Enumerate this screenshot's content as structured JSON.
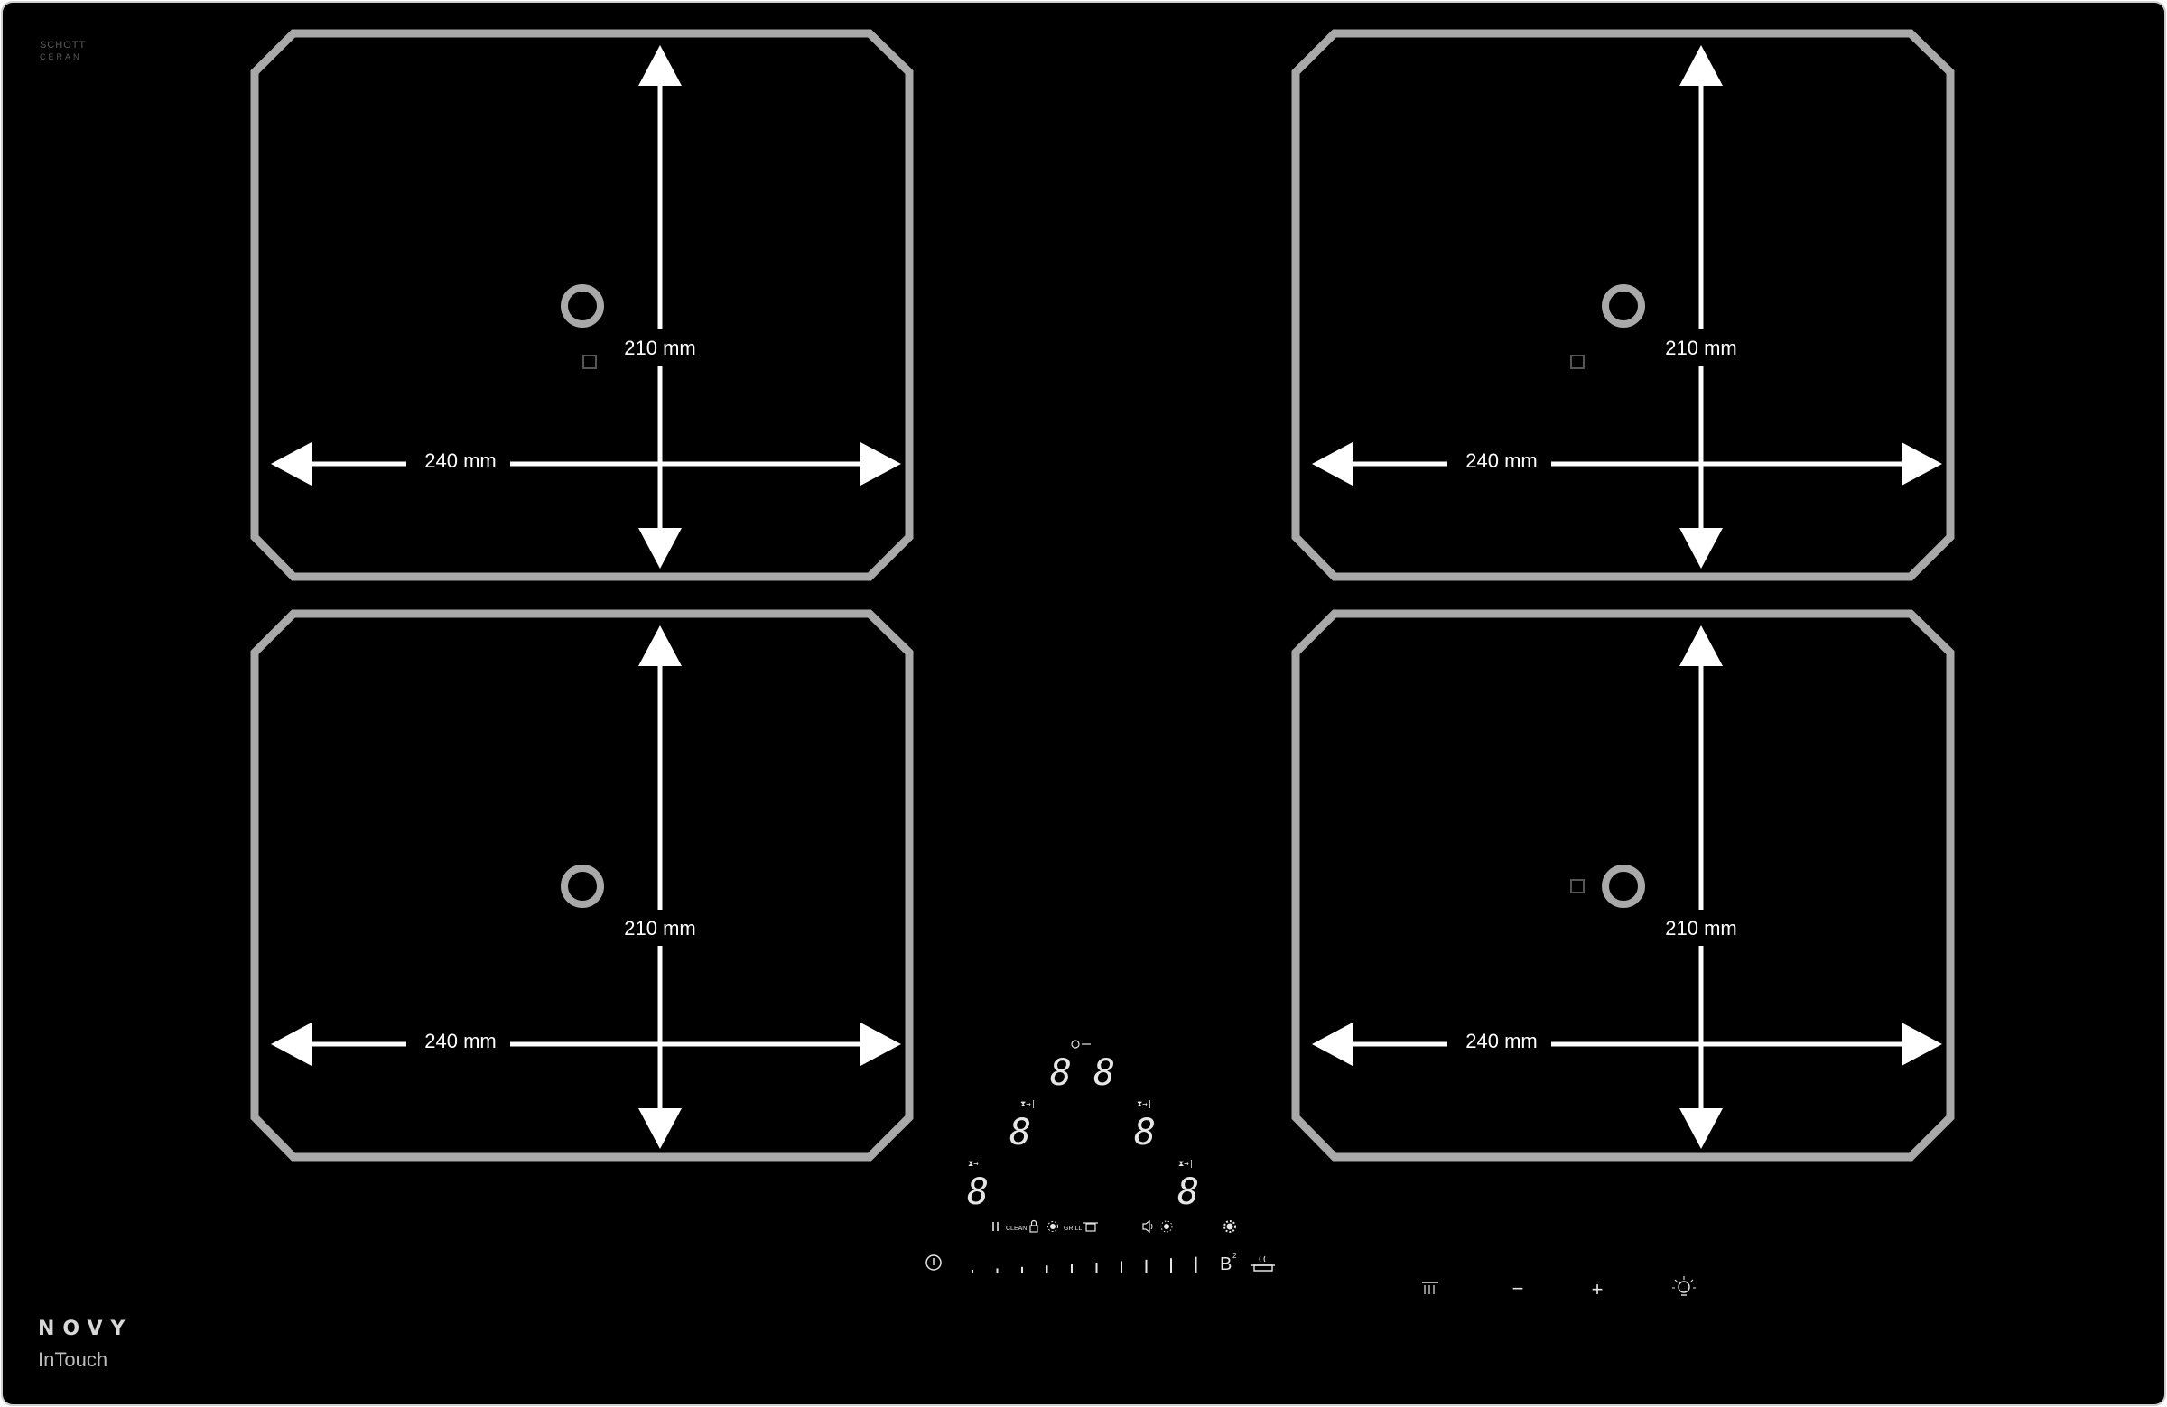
{
  "brand": {
    "logo": "NOVY",
    "product": "InTouch"
  },
  "glass_mark": {
    "line1": "SCHOTT",
    "line2": "CERAN"
  },
  "zones": [
    {
      "id": "front-left",
      "width_label": "240 mm",
      "depth_label": "210 mm"
    },
    {
      "id": "front-right",
      "width_label": "240 mm",
      "depth_label": "210 mm"
    },
    {
      "id": "rear-left",
      "width_label": "240 mm",
      "depth_label": "210 mm"
    },
    {
      "id": "rear-right",
      "width_label": "240 mm",
      "depth_label": "210 mm"
    }
  ],
  "controls": {
    "timer_digits": "8 8",
    "zone_digits": [
      "8",
      "8",
      "8",
      "8"
    ],
    "clean_label": "CLEAN",
    "grill_label": "GRILL",
    "boost_label": "B",
    "boost_sup": "2",
    "power_levels": 10
  },
  "hood": {
    "buttons": [
      "fan-icon",
      "minus-icon",
      "plus-icon",
      "light-icon"
    ],
    "minus_label": "−",
    "plus_label": "+"
  },
  "colors": {
    "glass": "#000000",
    "outline": "#a9a9a9",
    "arrow": "#ffffff",
    "label": "#ffffff",
    "glyph": "#e6e6e6"
  }
}
